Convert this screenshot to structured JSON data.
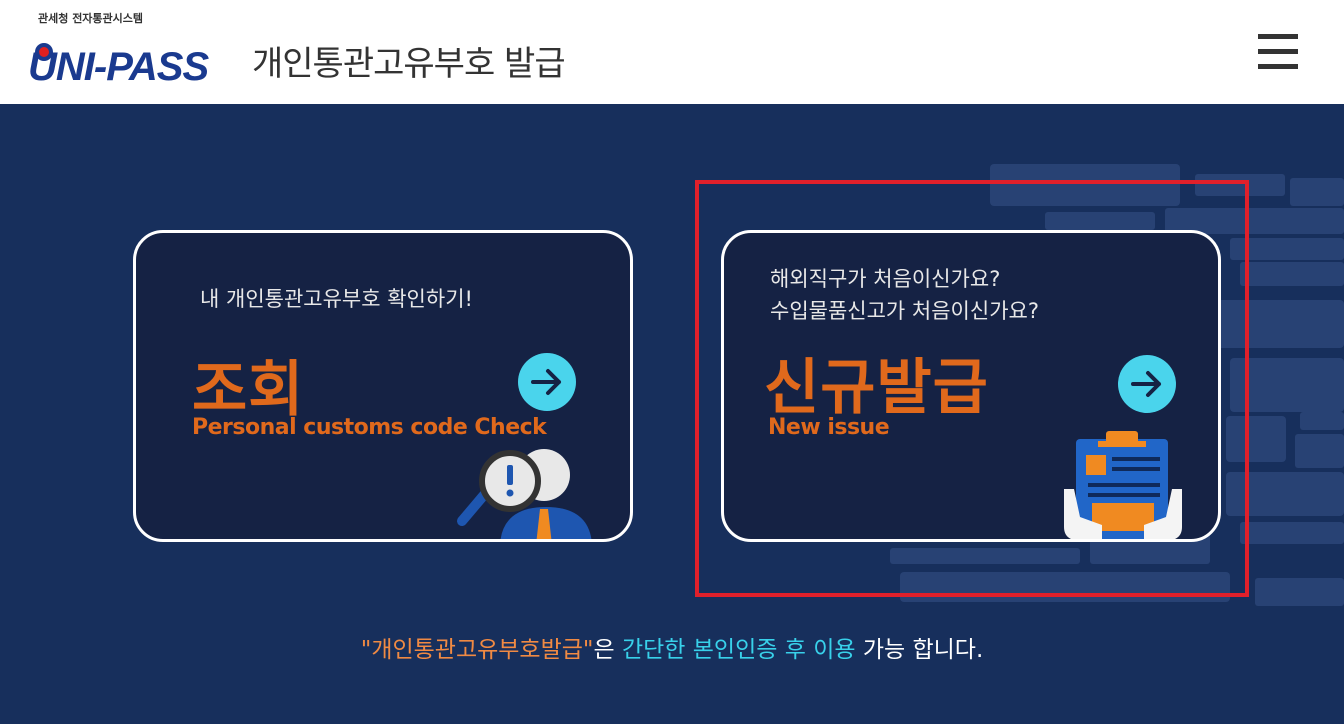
{
  "header": {
    "logo_org": "관세청 전자통관시스템",
    "logo_text": "UNI-PASS",
    "title": "개인통관고유부호 발급"
  },
  "cards": {
    "lookup": {
      "subtitle": "내 개인통관고유부호 확인하기!",
      "title": "조회",
      "english": "Personal customs code Check"
    },
    "issue": {
      "subtitle_line1": "해외직구가 처음이신가요?",
      "subtitle_line2": "수입물품신고가 처음이신가요?",
      "title": "신규발급",
      "english": "New issue"
    }
  },
  "notice": {
    "quoted": "\"개인통관고유부호발급\"",
    "part1": "은 ",
    "highlight": "간단한 본인인증 후 이용",
    "part2": " 가능 합니다."
  },
  "colors": {
    "background": "#172f5c",
    "accent_orange": "#e0691c",
    "arrow_cyan": "#4ad4ec",
    "highlight_red": "#e0202b"
  },
  "icons": {
    "menu": "hamburger-menu-icon",
    "arrow": "arrow-right-circle-icon",
    "lookup": "magnifier-person-icon",
    "issue": "clipboard-hands-icon"
  }
}
